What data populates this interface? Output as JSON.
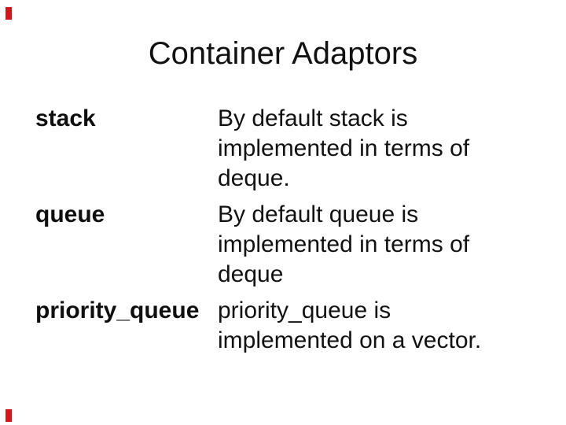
{
  "slide": {
    "title": "Container Adaptors",
    "rows": [
      {
        "term": "stack",
        "description": "By default stack is implemented in terms of deque.",
        "lines": [
          "By default stack is",
          "implemented in terms of",
          "deque."
        ]
      },
      {
        "term": "queue",
        "description": "By default queue is implemented in terms of deque",
        "lines": [
          "By default queue is",
          "implemented in terms of",
          "deque"
        ]
      },
      {
        "term": "priority_queue",
        "description": "priority_queue is implemented on a vector.",
        "lines": [
          "priority_queue is",
          "implemented on a vector."
        ]
      }
    ],
    "decorations": {
      "corner_mark_color": "#d01818"
    }
  }
}
